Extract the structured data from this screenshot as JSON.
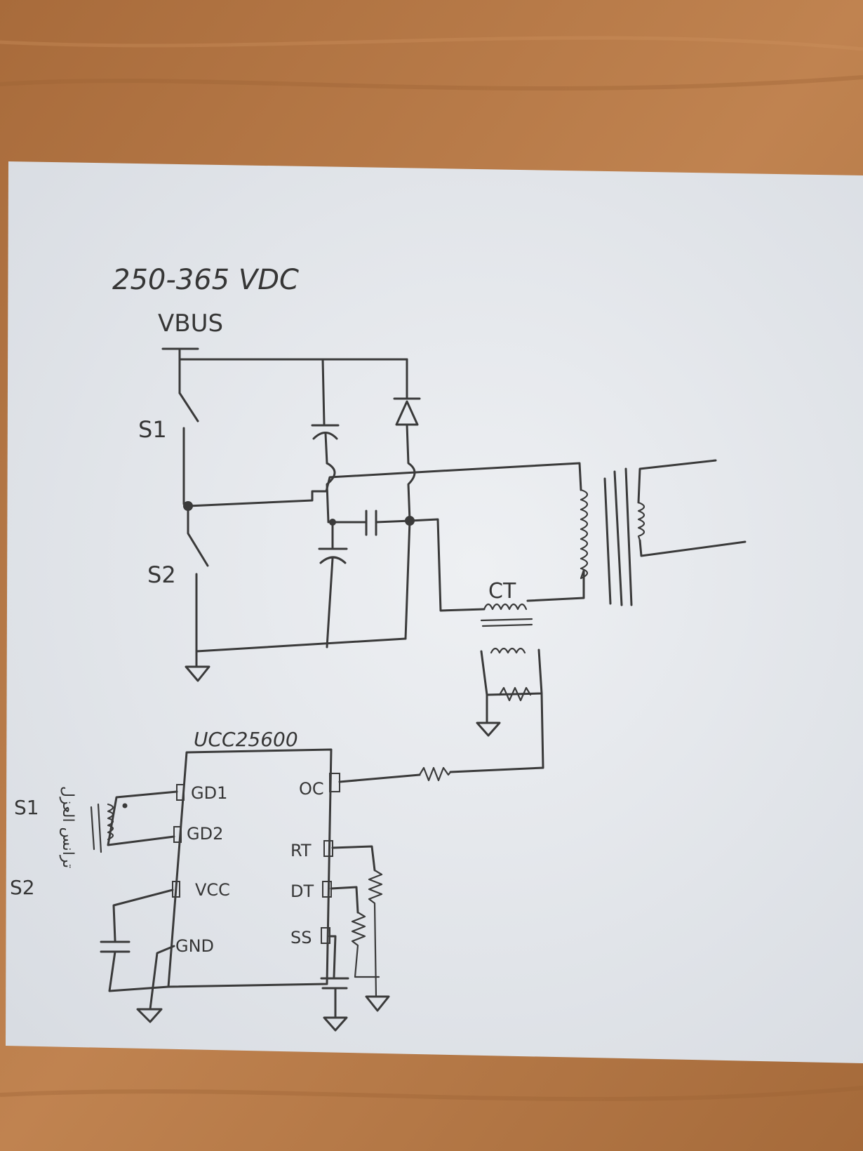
{
  "supply": {
    "voltage_range": "250-365 VDC",
    "bus_label": "VBUS"
  },
  "switches": {
    "high_side": "S1",
    "low_side": "S2"
  },
  "sensing": {
    "current_transformer": "CT"
  },
  "controller": {
    "part": "UCC25600",
    "pins": {
      "gd1": "GD1",
      "gd2": "GD2",
      "vcc": "VCC",
      "gnd": "GND",
      "oc": "OC",
      "rt": "RT",
      "dt": "DT",
      "ss": "SS"
    }
  },
  "gate_drive": {
    "s1": "S1",
    "s2": "S2",
    "note": "ترانس العزل"
  },
  "colors": {
    "paper": "#e9ecf0",
    "ink": "#3a3a3a",
    "table": "#b87a45"
  }
}
